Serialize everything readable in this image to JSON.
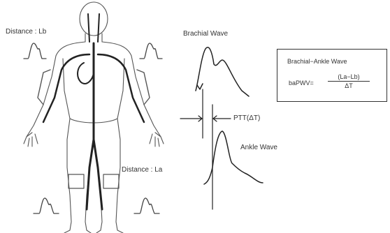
{
  "labels": {
    "distance_lb": "Distance : Lb",
    "distance_la": "Distance : La",
    "brachial_wave": "Brachial Wave",
    "ankle_wave": "Ankle Wave",
    "ptt": "PTT(ΔT)"
  },
  "formula_box": {
    "title": "Brachial−Ankle Wave",
    "lhs": "baPWV=",
    "numerator": "(La−Lb)",
    "denominator": "ΔT"
  }
}
